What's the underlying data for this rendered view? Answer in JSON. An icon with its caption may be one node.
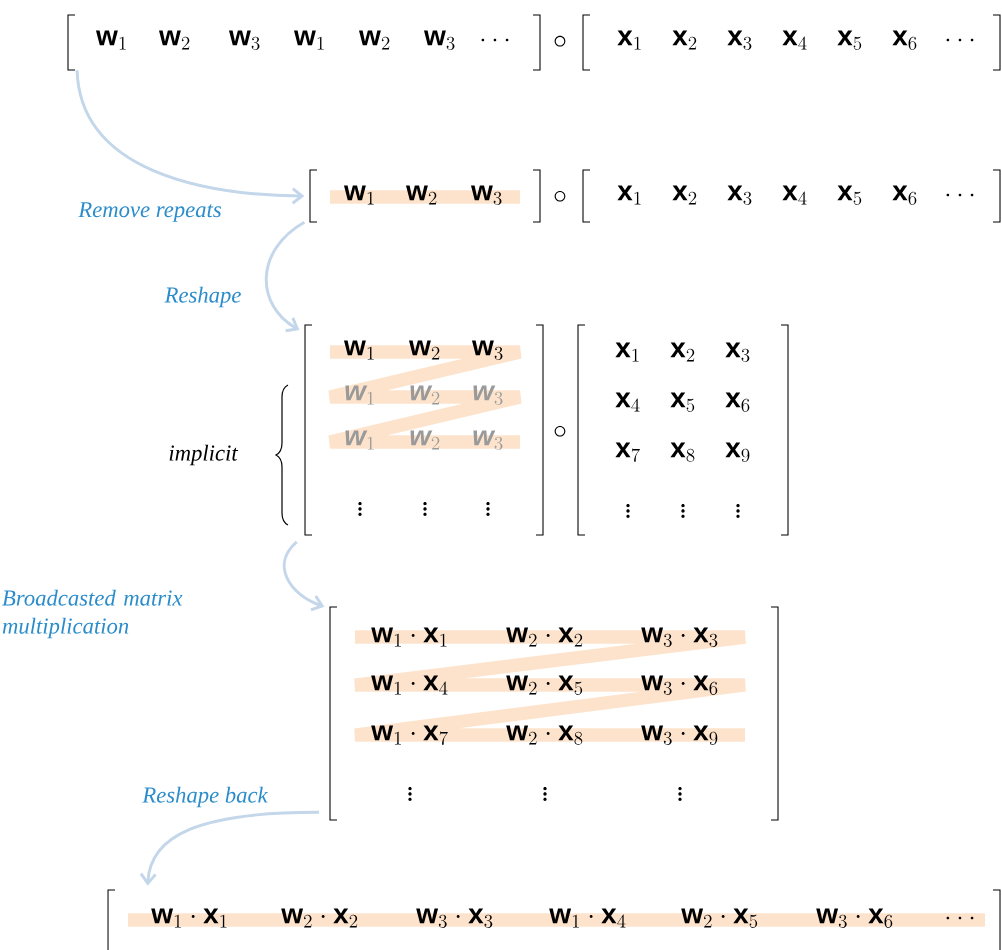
{
  "diagram": {
    "nodes": [
      {
        "text": [
          "\\textbf{\\textsf{w}}_1",
          "\\textbf{\\textsf{w}}_2",
          "\\textbf{\\textsf{w}}_3",
          "\\textbf{\\textsf{w}}_1",
          "\\textbf{\\textsf{w}}_2",
          "\\textbf{\\textsf{w}}_3",
          "\\ldots"
        ]
      },
      {
        "text": [
          "\\textbf{\\textsf{x}}_1",
          "\\textbf{\\textsf{x}}_2",
          "\\textbf{\\textsf{x}}_3",
          "\\textbf{\\textsf{x}}_4",
          "\\textbf{\\textsf{x}}_5",
          "\\textbf{\\textsf{x}}_6",
          "\\ldots"
        ]
      },
      {
        "text": [
          "\\textbf{\\textsf{w}}_1",
          "\\textbf{\\textsf{w}}_2",
          "\\textbf{\\textsf{w}}_3"
        ]
      },
      {
        "text": [
          "\\textbf{\\textsf{x}}_1",
          "\\textbf{\\textsf{x}}_2",
          "\\textbf{\\textsf{x}}_3",
          "\\textbf{\\textsf{x}}_4",
          "\\textbf{\\textsf{x}}_5",
          "\\textbf{\\textsf{x}}_6",
          "\\ldots"
        ]
      },
      {
        "text": [
          "\\textbf{\\textsf{w}}_1",
          "\\textbf{\\textsf{w}}_2",
          "\\textbf{\\textsf{w}}_3",
          "\\textbf{\\textsf{w}}_1",
          "\\textbf{\\textsf{w}}_2",
          "\\textbf{\\textsf{w}}_3",
          "\\textbf{\\textsf{w}}_1",
          "\\textbf{\\textsf{w}}_2",
          "\\textbf{\\textsf{w}}_3",
          "\\vdots",
          "\\vdots",
          "\\vdots"
        ],
        "beside": [
          "implicit"
        ]
      },
      {
        "text": [
          "\\textbf{\\textsf{x}}_1",
          "\\textbf{\\textsf{x}}_2",
          "\\textbf{\\textsf{x}}_3",
          "\\textbf{\\textsf{x}}_4",
          "\\textbf{\\textsf{x}}_5",
          "\\textbf{\\textsf{x}}_6",
          "\\textbf{\\textsf{x}}_7",
          "\\textbf{\\textsf{x}}_8",
          "\\textbf{\\textsf{x}}_9",
          "\\vdots",
          "\\vdots",
          "\\vdots"
        ]
      },
      {
        "text": [
          "\\textbf{\\textsf{w}}_1 \\cdot \\textbf{\\textsf{x}}_1",
          "\\textbf{\\textsf{w}}_2 \\cdot \\textbf{\\textsf{x}}_2",
          "\\textbf{\\textsf{w}}_3 \\cdot \\textbf{\\textsf{x}}_3",
          "\\textbf{\\textsf{w}}_1 \\cdot \\textbf{\\textsf{x}}_4",
          "\\textbf{\\textsf{w}}_2 \\cdot \\textbf{\\textsf{x}}_5",
          "\\textbf{\\textsf{w}}_3 \\cdot \\textbf{\\textsf{x}}_6",
          "\\textbf{\\textsf{w}}_1 \\cdot \\textbf{\\textsf{x}}_7",
          "\\textbf{\\textsf{w}}_2 \\cdot \\textbf{\\textsf{x}}_8",
          "\\textbf{\\textsf{w}}_3 \\cdot \\textbf{\\textsf{x}}_9",
          "\\vdots",
          "\\vdots",
          "\\vdots"
        ]
      },
      {
        "text": [
          "\\textbf{\\textsf{w}}_1 \\cdot \\textbf{\\textsf{x}}_1",
          "\\textbf{\\textsf{w}}_2 \\cdot \\textbf{\\textsf{x}}_2",
          "\\textbf{\\textsf{w}}_3 \\cdot \\textbf{\\textsf{x}}_3",
          "\\textbf{\\textsf{w}}_1 \\cdot \\textbf{\\textsf{x}}_4",
          "\\textbf{\\textsf{w}}_2 \\cdot \\textbf{\\textsf{x}}_5",
          "\\textbf{\\textsf{w}}_3 \\cdot \\textbf{\\textsf{x}}_6",
          "\\ldots"
        ]
      }
    ],
    "edges": [
      {
        "from": 0,
        "to": 2,
        "arrow": "to",
        "label": "Remove repeats"
      },
      {
        "from": 2,
        "to": 4,
        "arrow": "to",
        "label": "Reshape"
      },
      {
        "from": 4,
        "to": 6,
        "arrow": "to",
        "label": "Broadcasted matrix multiplication"
      },
      {
        "from": 6,
        "to": 7,
        "arrow": "to",
        "label": "Reshape back"
      }
    ],
    "labels": [
      "\\circ",
      "\\circ",
      "\\circ"
    ]
  }
}
